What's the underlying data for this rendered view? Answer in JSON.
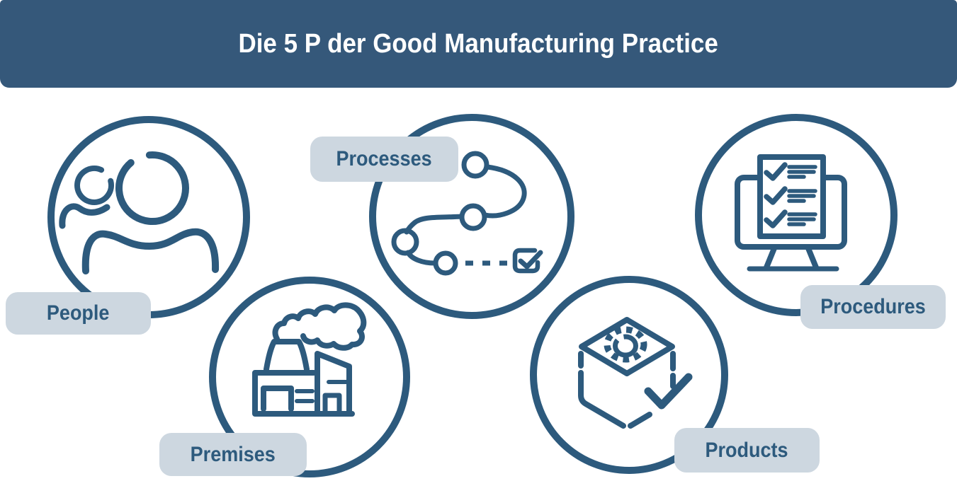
{
  "header": {
    "title": "Die 5 P der Good Manufacturing Practice"
  },
  "items": [
    {
      "id": "people",
      "label": "People",
      "icon": "people-icon"
    },
    {
      "id": "processes",
      "label": "Processes",
      "icon": "process-flow-icon"
    },
    {
      "id": "procedures",
      "label": "Procedures",
      "icon": "checklist-monitor-icon"
    },
    {
      "id": "premises",
      "label": "Premises",
      "icon": "factory-icon"
    },
    {
      "id": "products",
      "label": "Products",
      "icon": "product-box-check-icon"
    }
  ],
  "colors": {
    "banner": "#35587A",
    "stroke": "#2D5A7D",
    "label_bg": "#CDD7E0",
    "label_text": "#2D5A7D",
    "title_text": "#FFFFFF",
    "background": "#FFFFFF"
  }
}
